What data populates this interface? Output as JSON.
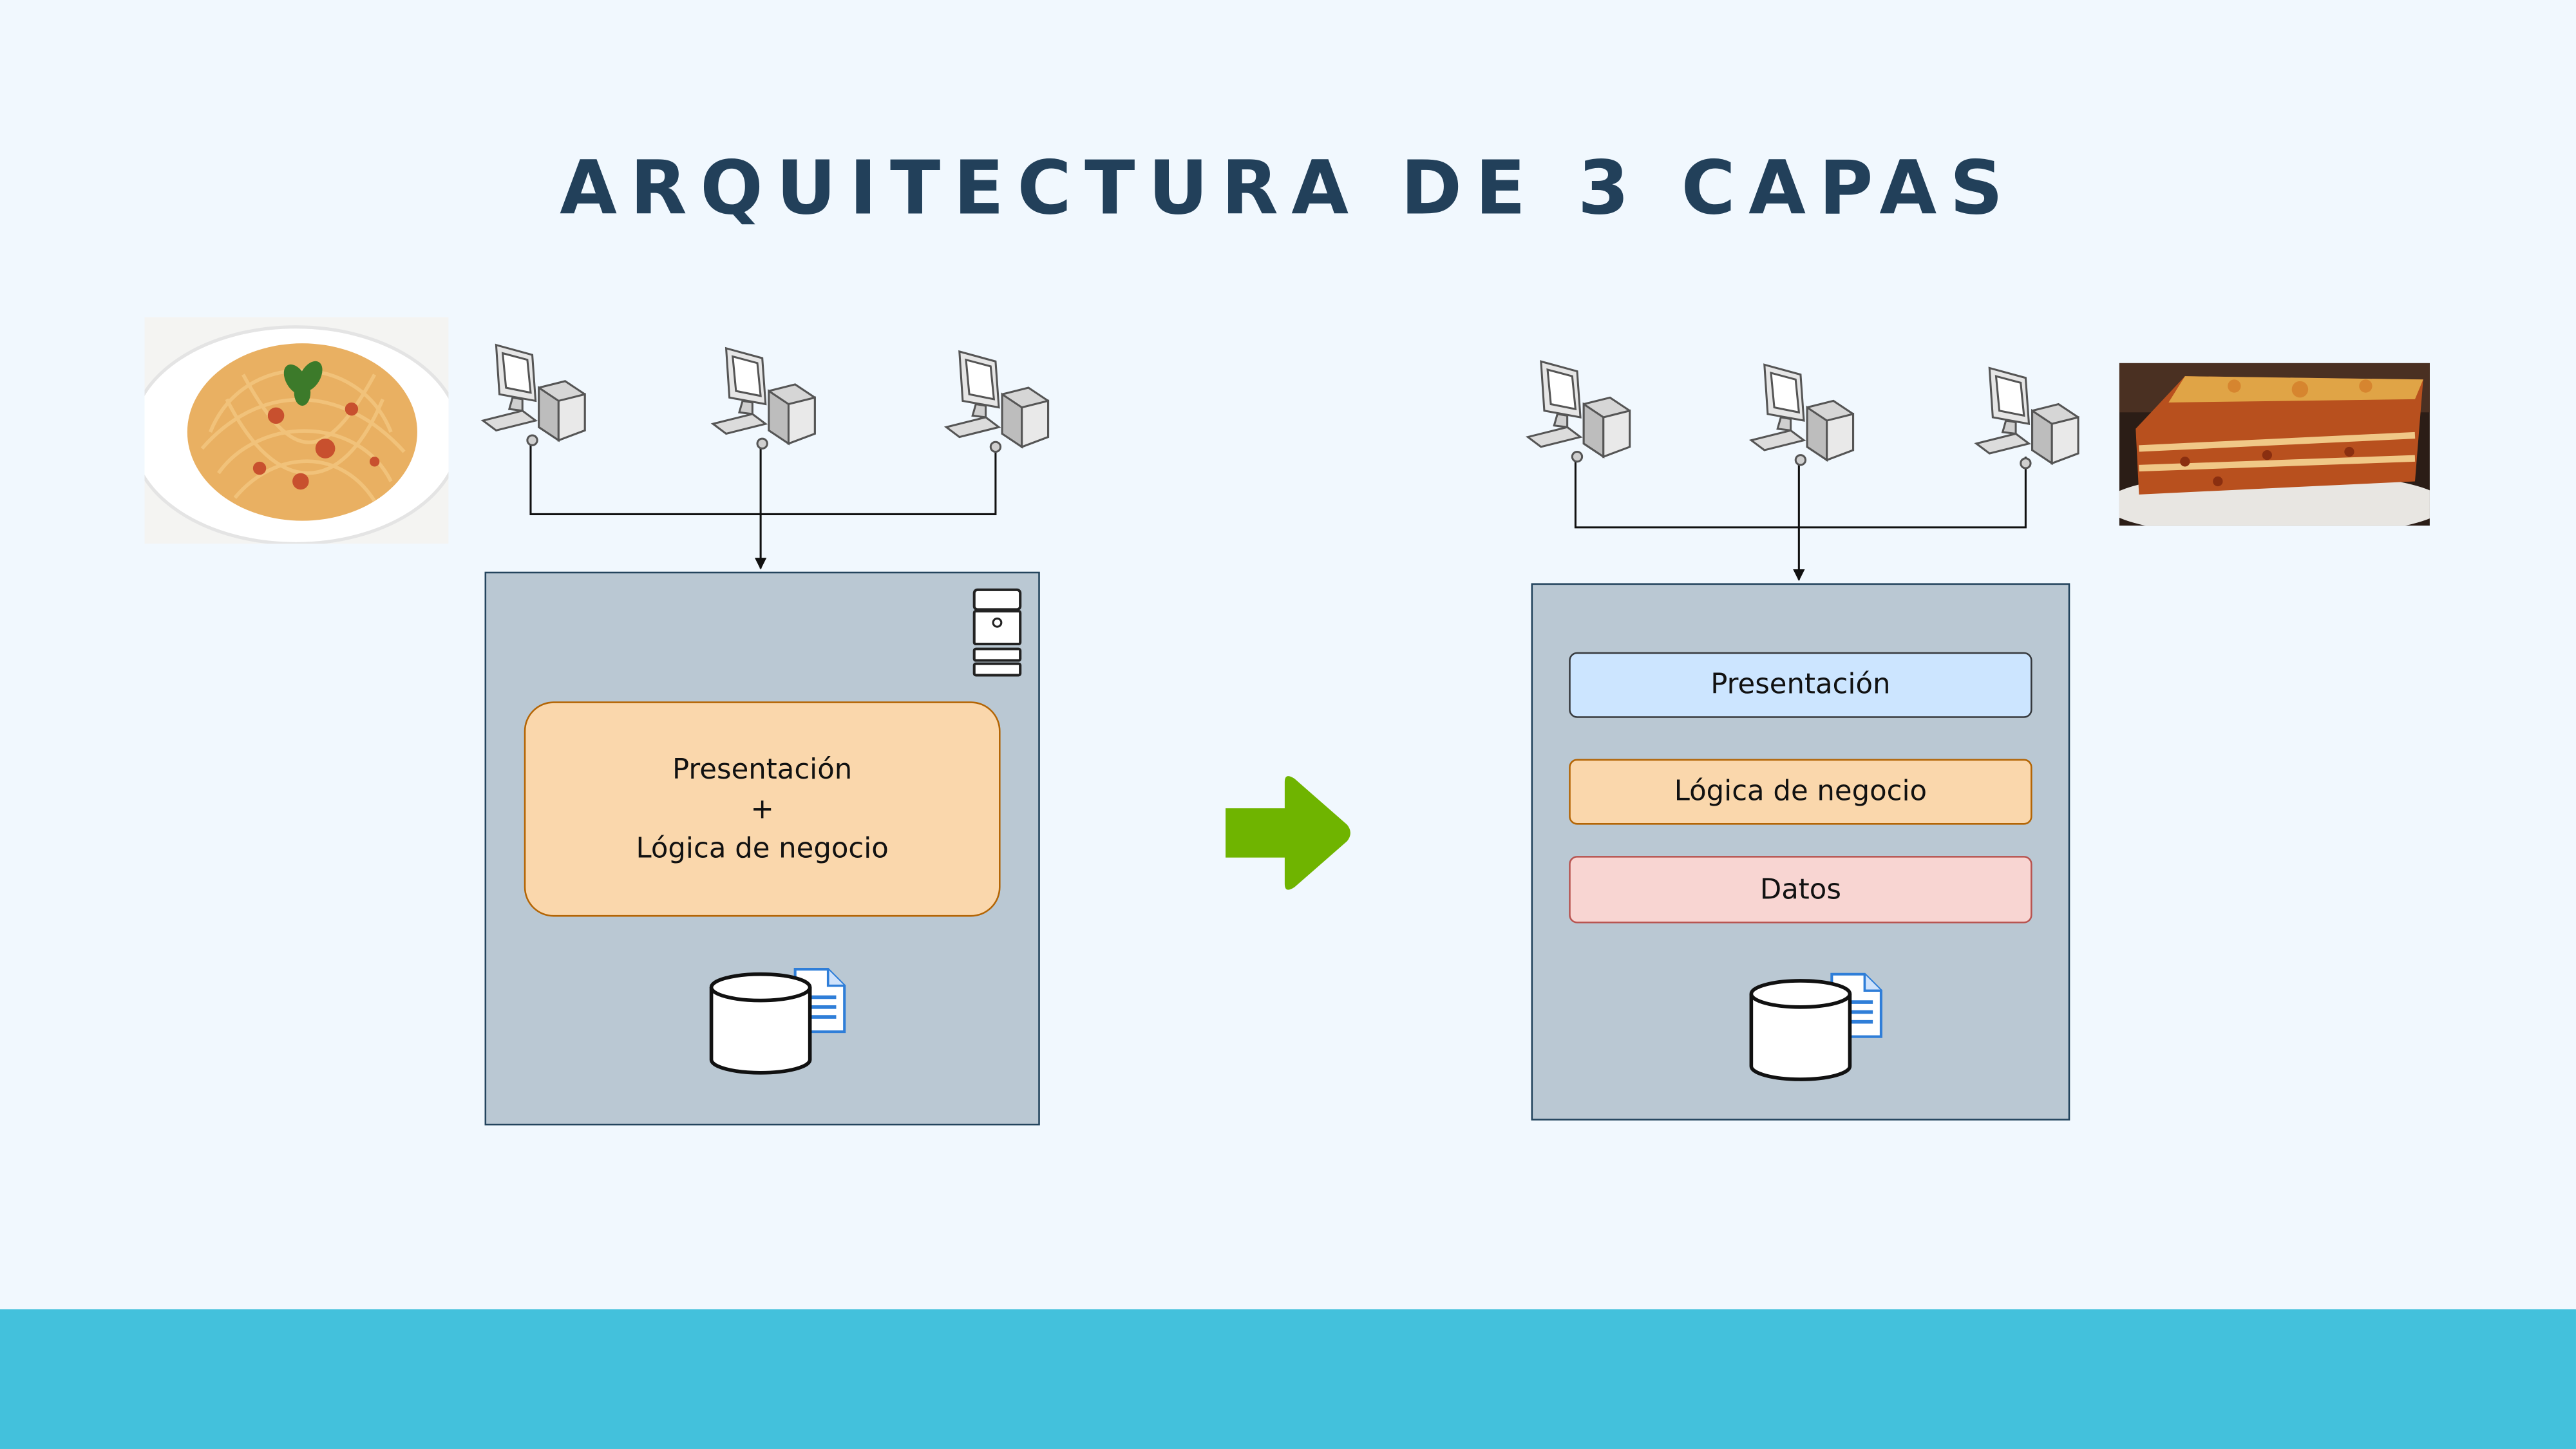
{
  "title": "ARQUITECTURA DE 3 CAPAS",
  "left": {
    "block_lines": [
      "Presentación",
      "+",
      "Lógica de negocio"
    ]
  },
  "right": {
    "layers": [
      "Presentación",
      "Lógica de negocio",
      "Datos"
    ]
  },
  "colors": {
    "background": "#f1f8fe",
    "footer": "#43c1dc",
    "title": "#22405a",
    "server_box": "#bac8d3",
    "presentation": "#cce5ff",
    "logic": "#fad7ac",
    "data": "#f8d5d2",
    "arrow": "#6fb400"
  },
  "icons": [
    "spaghetti-photo",
    "lasagna-photo",
    "desktop-computer-icon",
    "server-tower-icon",
    "database-icon",
    "document-icon",
    "right-arrow-icon"
  ]
}
